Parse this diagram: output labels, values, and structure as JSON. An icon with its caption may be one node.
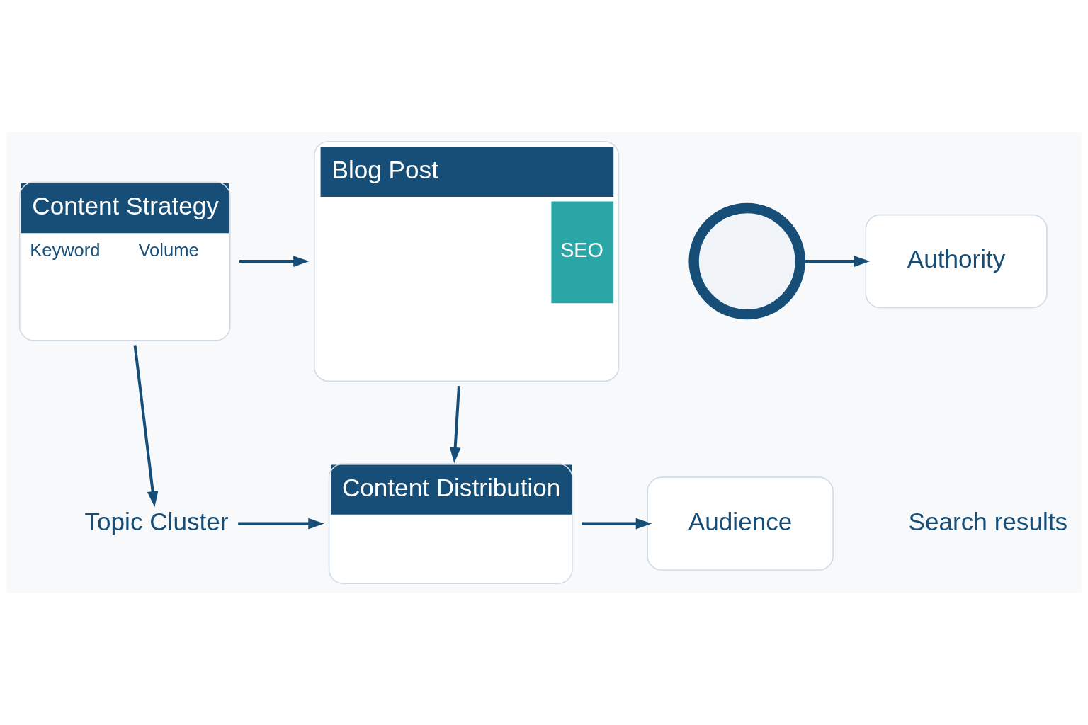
{
  "diagram": {
    "nodes": [
      {
        "text": [
          "Content Strategy",
          "Keyword",
          "Volume"
        ]
      },
      {
        "text": [
          "Blog Post",
          "SEO"
        ]
      },
      {
        "text": [
          "Topic Cluster"
        ]
      },
      {
        "text": [],
        "shape": "circle"
      },
      {
        "text": [
          "Authority"
        ]
      },
      {
        "text": [
          "Search results"
        ]
      },
      {
        "text": [
          "Content Distribution"
        ]
      },
      {
        "text": [
          "Audience"
        ]
      }
    ],
    "edges": [
      {
        "from": 0,
        "to": 1,
        "arrow": "to"
      },
      {
        "from": 0,
        "to": 2,
        "arrow": "to"
      },
      {
        "from": 3,
        "to": 4,
        "arrow": "to"
      },
      {
        "from": 1,
        "to": 6,
        "arrow": "to"
      },
      {
        "from": 2,
        "to": 6,
        "arrow": "to"
      },
      {
        "from": 6,
        "to": 7,
        "arrow": "to"
      }
    ]
  }
}
